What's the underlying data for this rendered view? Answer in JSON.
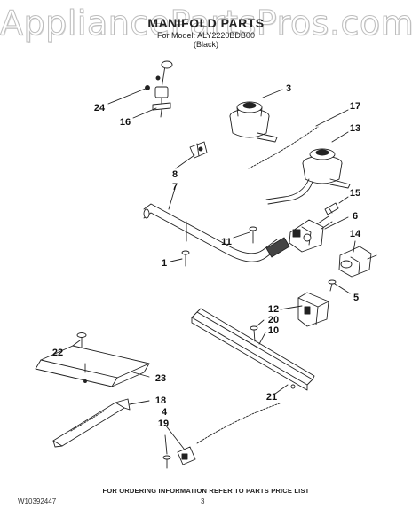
{
  "watermark": "AppliancePartsPros.com",
  "title": "MANIFOLD PARTS",
  "subtitle_model": "For Model: ALY2220BDB00",
  "subtitle_color": "(Black)",
  "callouts": [
    "24",
    "16",
    "3",
    "17",
    "13",
    "8",
    "7",
    "15",
    "6",
    "11",
    "14",
    "1",
    "5",
    "12",
    "20",
    "10",
    "22",
    "23",
    "18",
    "4",
    "19",
    "21"
  ],
  "footer": {
    "instruction": "FOR ORDERING INFORMATION REFER TO PARTS PRICE LIST",
    "doc_number": "W10392447",
    "page_number": "3"
  }
}
